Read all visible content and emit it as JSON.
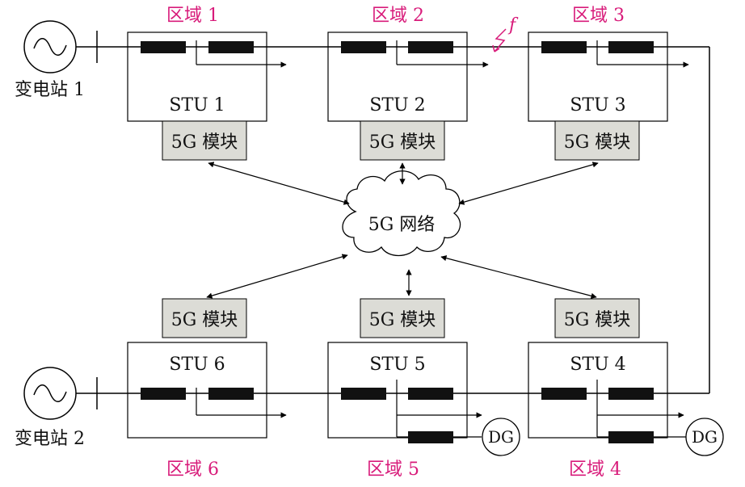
{
  "colors": {
    "region_label": "#d81b7a",
    "module_fill": "#dcdcd6",
    "line": "#000000",
    "breaker": "#111111"
  },
  "substations": [
    {
      "label": "变电站 1"
    },
    {
      "label": "变电站 2"
    }
  ],
  "regions": [
    {
      "label": "区域 1",
      "stu": "STU 1",
      "module": "5G 模块"
    },
    {
      "label": "区域 2",
      "stu": "STU 2",
      "module": "5G 模块"
    },
    {
      "label": "区域 3",
      "stu": "STU 3",
      "module": "5G 模块"
    },
    {
      "label": "区域 4",
      "stu": "STU 4",
      "module": "5G 模块",
      "dg": "DG"
    },
    {
      "label": "区域 5",
      "stu": "STU 5",
      "module": "5G 模块",
      "dg": "DG"
    },
    {
      "label": "区域 6",
      "stu": "STU 6",
      "module": "5G 模块"
    }
  ],
  "network": {
    "label": "5G 网络"
  },
  "fault": {
    "label": "f"
  }
}
